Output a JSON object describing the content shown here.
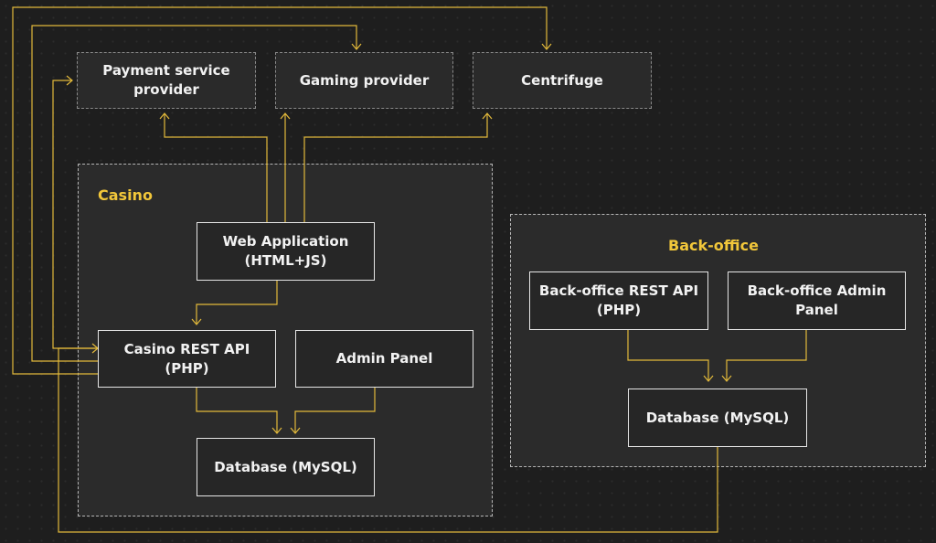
{
  "colors": {
    "background": "#1e1e1e",
    "connector": "#e2b93b",
    "group_title": "#f2c73a",
    "node_border": "#e6e6e6",
    "dashed_border": "#b5b5b5"
  },
  "external_services": {
    "payment": "Payment service\nprovider",
    "gaming": "Gaming provider",
    "centrifuge": "Centrifuge"
  },
  "casino": {
    "title": "Casino",
    "web_app": "Web Application\n(HTML+JS)",
    "rest_api": "Casino REST API\n(PHP)",
    "admin_panel": "Admin Panel",
    "database": "Database (MySQL)"
  },
  "backoffice": {
    "title": "Back-office",
    "rest_api": "Back-office REST API\n(PHP)",
    "admin_panel": "Back-office Admin\nPanel",
    "database": "Database (MySQL)"
  }
}
